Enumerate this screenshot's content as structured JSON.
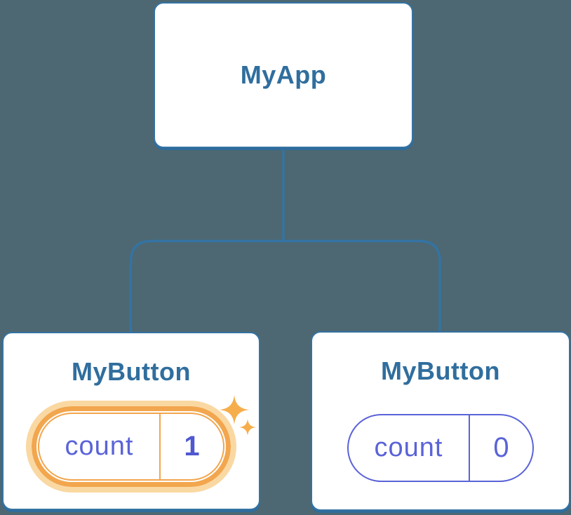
{
  "diagram": {
    "description": "React component tree showing state update",
    "colors": {
      "background": "#4D6872",
      "card_border_blue": "#3473A3",
      "title_blue": "#306E9E",
      "state_indigo": "#5A63D8",
      "highlight_orange": "#F2A64E",
      "highlight_glow": "#FAD8A2",
      "sparkle_orange": "#F6AE4C"
    },
    "root": {
      "label": "MyApp"
    },
    "children": [
      {
        "label": "MyButton",
        "highlighted": true,
        "state": {
          "name": "count",
          "value": "1"
        }
      },
      {
        "label": "MyButton",
        "highlighted": false,
        "state": {
          "name": "count",
          "value": "0"
        }
      }
    ]
  }
}
